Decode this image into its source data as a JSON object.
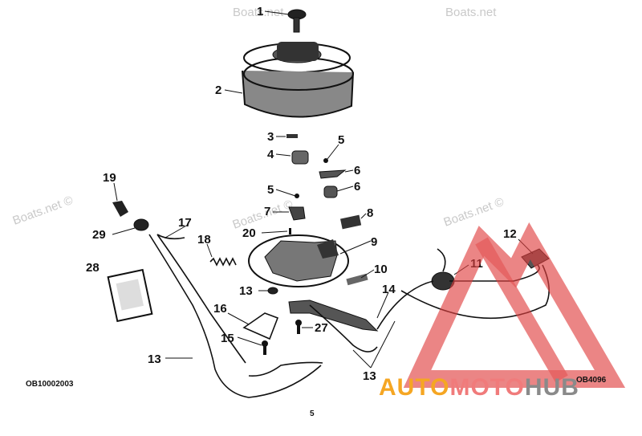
{
  "watermarks": [
    "Boats.net",
    "Boats.net",
    "Boats.net ©",
    "Boats.net ©"
  ],
  "callouts": [
    {
      "id": "c1",
      "text": "1"
    },
    {
      "id": "c2",
      "text": "2"
    },
    {
      "id": "c3",
      "text": "3"
    },
    {
      "id": "c4",
      "text": "4"
    },
    {
      "id": "c5a",
      "text": "5"
    },
    {
      "id": "c6a",
      "text": "6"
    },
    {
      "id": "c5b",
      "text": "5"
    },
    {
      "id": "c6b",
      "text": "6"
    },
    {
      "id": "c7",
      "text": "7"
    },
    {
      "id": "c8",
      "text": "8"
    },
    {
      "id": "c20",
      "text": "20"
    },
    {
      "id": "c9",
      "text": "9"
    },
    {
      "id": "c19",
      "text": "19"
    },
    {
      "id": "c29",
      "text": "29"
    },
    {
      "id": "c17",
      "text": "17"
    },
    {
      "id": "c18",
      "text": "18"
    },
    {
      "id": "c28",
      "text": "28"
    },
    {
      "id": "c10",
      "text": "10"
    },
    {
      "id": "c13a",
      "text": "13"
    },
    {
      "id": "c14",
      "text": "14"
    },
    {
      "id": "c16",
      "text": "16"
    },
    {
      "id": "c15",
      "text": "15"
    },
    {
      "id": "c27",
      "text": "27"
    },
    {
      "id": "c13b",
      "text": "13"
    },
    {
      "id": "c13c",
      "text": "13"
    },
    {
      "id": "c12",
      "text": "12"
    },
    {
      "id": "c11",
      "text": "11"
    }
  ],
  "codes": {
    "left": "OB10002003",
    "right": "OB4096",
    "page": "5"
  },
  "logo": {
    "auto": "AUTO",
    "moto": "MOTO",
    "hub": "HUB",
    "colors": {
      "auto": "#f5a623",
      "moto": "#f07b7b",
      "hub": "#8a8a8a",
      "triangle": "#e04040"
    }
  }
}
